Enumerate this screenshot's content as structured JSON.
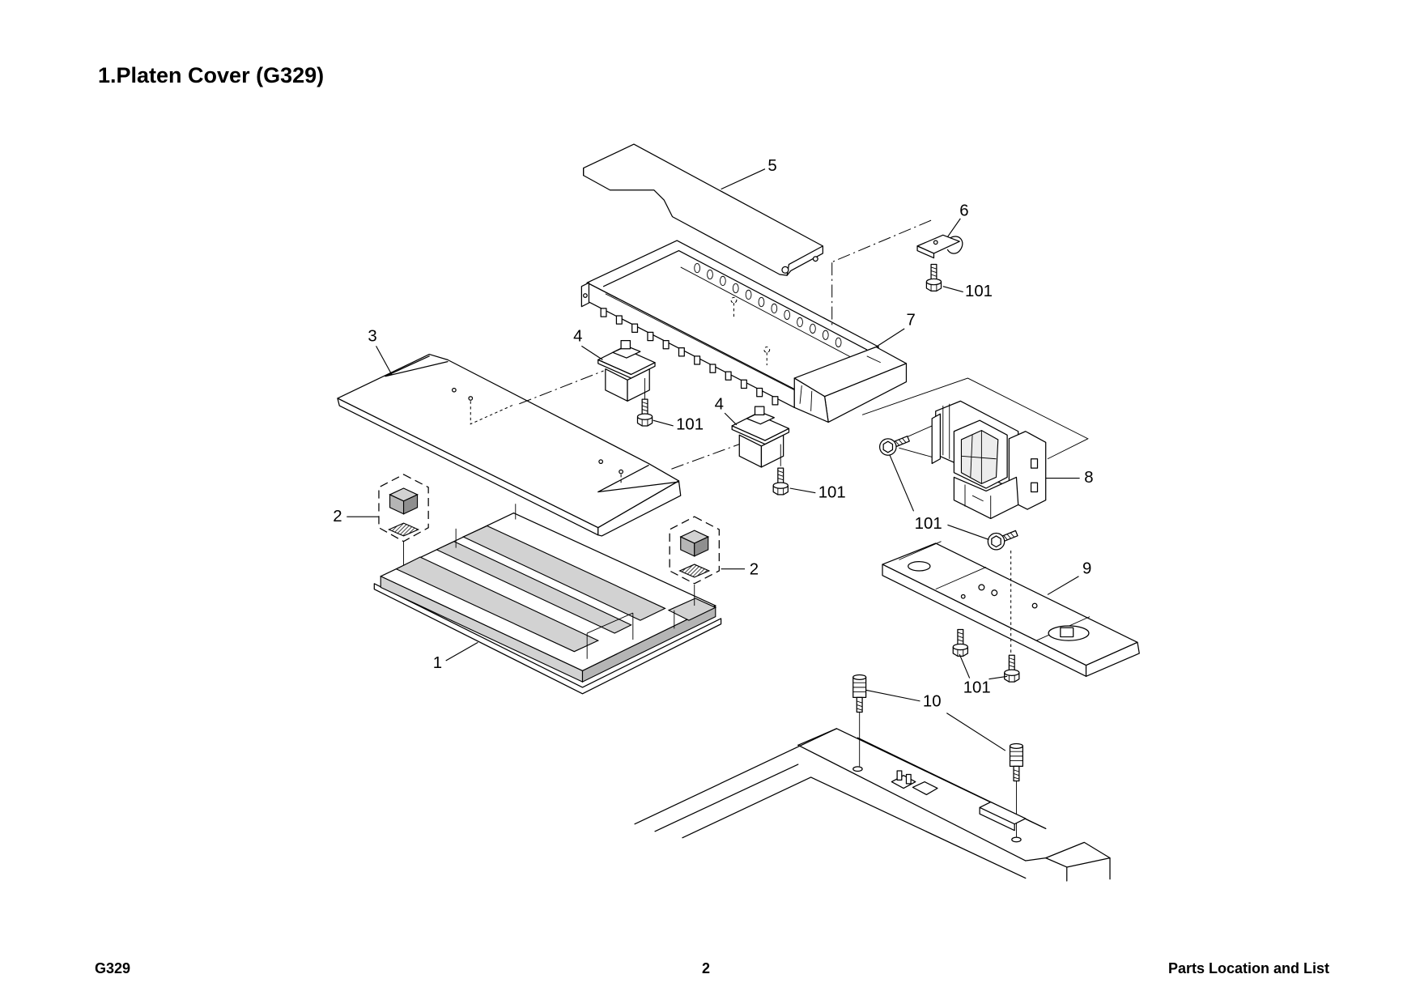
{
  "page": {
    "title": "1.Platen Cover (G329)"
  },
  "diagram": {
    "callouts": [
      {
        "label": "5"
      },
      {
        "label": "6"
      },
      {
        "label": "101"
      },
      {
        "label": "7"
      },
      {
        "label": "3"
      },
      {
        "label": "4"
      },
      {
        "label": "101"
      },
      {
        "label": "4"
      },
      {
        "label": "101"
      },
      {
        "label": "8"
      },
      {
        "label": "2"
      },
      {
        "label": "101"
      },
      {
        "label": "2"
      },
      {
        "label": "9"
      },
      {
        "label": "1"
      },
      {
        "label": "101"
      },
      {
        "label": "10"
      }
    ]
  },
  "footer": {
    "model": "G329",
    "page_number": "2",
    "section": "Parts Location and List"
  }
}
